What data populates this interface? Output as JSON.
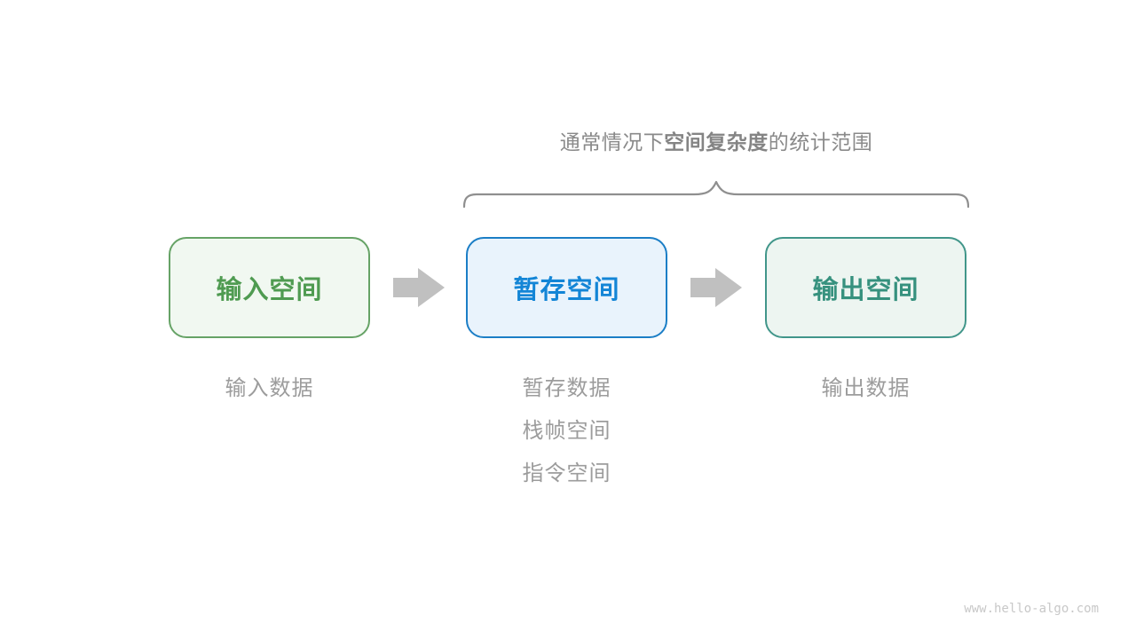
{
  "page": {
    "background": "#ffffff",
    "watermark": "www.hello-algo.com"
  },
  "annotation": {
    "prefix": "通常情况下",
    "emphasis": "空间复杂度",
    "suffix": "的统计范围",
    "text_color": "#8a8a8a",
    "brace_color": "#8f8f8f",
    "brace_span": "covers temp-space and output-space boxes"
  },
  "boxes": [
    {
      "id": "input-space",
      "label": "输入空间",
      "border_color": "#66a366",
      "background_color": "#f1f8f1",
      "text_color": "#4f9b51",
      "sublabels": [
        "输入数据"
      ]
    },
    {
      "id": "temp-space",
      "label": "暂存空间",
      "border_color": "#1b7ec6",
      "background_color": "#e9f3fc",
      "text_color": "#1385d6",
      "sublabels": [
        "暂存数据",
        "栈帧空间",
        "指令空间"
      ]
    },
    {
      "id": "output-space",
      "label": "输出空间",
      "border_color": "#41968a",
      "background_color": "#edf5f1",
      "text_color": "#36917e",
      "sublabels": [
        "输出数据"
      ]
    }
  ],
  "arrows": {
    "count": 2,
    "direction": "right",
    "color": "#c0c0c0"
  },
  "sublabel_color": "#9c9c9c"
}
